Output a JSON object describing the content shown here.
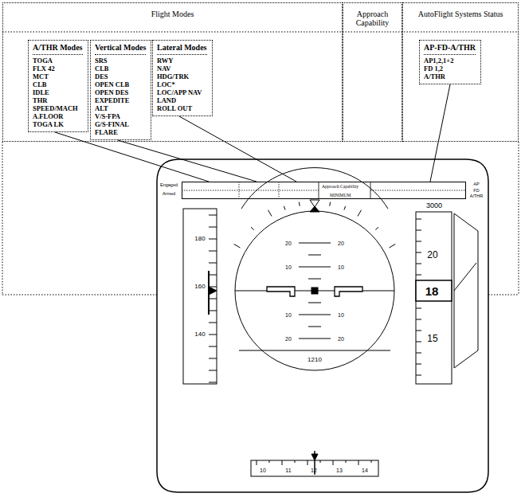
{
  "diagram": {
    "nodes": [
      {
        "text": [
          "Flight Modes"
        ]
      },
      {
        "text": [
          "Approach Capability"
        ]
      },
      {
        "text": [
          "AutoFlight Systems Status"
        ]
      },
      {
        "text": [
          "A/THR Modes",
          "TOGA",
          "FLX 42",
          "MCT",
          "CLB",
          "IDLE",
          "THR",
          "SPEED/MACH",
          "A.FLOOR",
          "TOGA LK"
        ],
        "in": 0
      },
      {
        "text": [
          "Vertical Modes",
          "SRS",
          "CLB",
          "DES",
          "OPEN CLB",
          "OPEN DES",
          "EXPEDITE",
          "ALT",
          "V/S-FPA",
          "G/S-FINAL",
          "FLARE"
        ],
        "in": 0
      },
      {
        "text": [
          "Lateral Modes",
          "RWY",
          "NAV",
          "HDG/TRK",
          "LOC*",
          "LOC/APP NAV",
          "LAND",
          "ROLL OUT"
        ],
        "in": 0
      },
      {
        "text": [
          "AP-FD-A/THR",
          "AP1,2,1+2",
          "FD 1,2",
          "A/THR"
        ],
        "in": 2
      },
      {
        "text": [
          "Approach Capability",
          "MINIMUM"
        ]
      }
    ],
    "edges": [
      {
        "from": 3,
        "to": 7,
        "arrow": "none"
      },
      {
        "from": 4,
        "to": 7,
        "arrow": "none"
      },
      {
        "from": 5,
        "to": 7,
        "arrow": "none"
      },
      {
        "from": 6,
        "to": 7,
        "arrow": "none"
      }
    ],
    "labels": [
      "Engaged",
      "Armed",
      "AP",
      "FD",
      "A/THR",
      "180",
      "160",
      "140",
      "20",
      "20",
      "10",
      "10",
      "10",
      "10",
      "20",
      "20",
      "1210",
      "3000",
      "20",
      "18",
      "15",
      "10",
      "11",
      "12",
      "13",
      "14"
    ]
  }
}
